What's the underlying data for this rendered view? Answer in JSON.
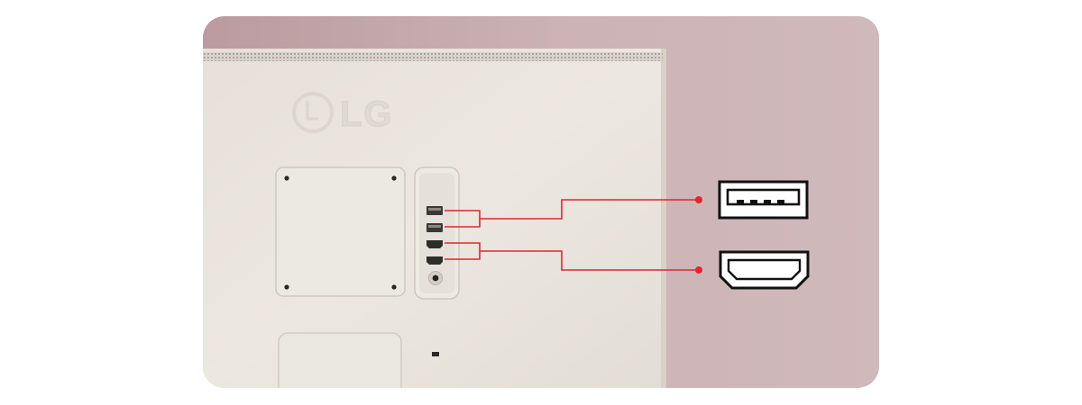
{
  "image": {
    "kind": "product-photo",
    "subject": "rear-of-monitor",
    "brand_logo": "LG",
    "colors": {
      "background_left": "#bb9b9f",
      "background_right": "#d0b9bb",
      "monitor_body": "#ebe6df",
      "monitor_shadow": "#ddd6cd",
      "callout_line": "#e2262d",
      "icon_stroke": "#111111"
    },
    "callouts": [
      {
        "id": "usb",
        "icon": "usb-port-icon"
      },
      {
        "id": "hdmi",
        "icon": "hdmi-port-icon"
      }
    ],
    "ports": [
      {
        "type": "usb"
      },
      {
        "type": "usb"
      },
      {
        "type": "hdmi"
      },
      {
        "type": "hdmi"
      },
      {
        "type": "audio"
      }
    ]
  }
}
